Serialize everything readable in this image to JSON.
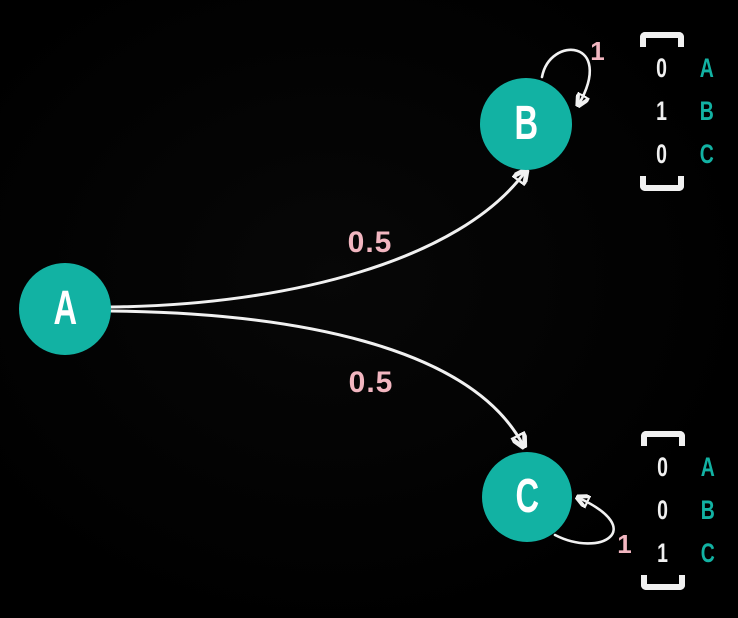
{
  "diagram": {
    "kind": "markov-chain-state-diagram",
    "colors": {
      "background": "#000000",
      "node_fill": "#12b2a3",
      "node_text": "#ffffff",
      "edge": "#f1f1f1",
      "probability_label": "#f2b6c0",
      "vector_value": "#f1f1f1",
      "vector_row_label": "#12b2a3",
      "bracket": "#f1f1f1"
    },
    "nodes": [
      {
        "id": "A",
        "label": "A"
      },
      {
        "id": "B",
        "label": "B"
      },
      {
        "id": "C",
        "label": "C"
      }
    ],
    "edges": [
      {
        "from": "A",
        "to": "B",
        "label": "0.5"
      },
      {
        "from": "A",
        "to": "C",
        "label": "0.5"
      },
      {
        "from": "B",
        "to": "B",
        "label": "1"
      },
      {
        "from": "C",
        "to": "C",
        "label": "1"
      }
    ],
    "vectors": [
      {
        "node": "B",
        "values": [
          "0",
          "1",
          "0"
        ],
        "row_labels": [
          "A",
          "B",
          "C"
        ]
      },
      {
        "node": "C",
        "values": [
          "0",
          "0",
          "1"
        ],
        "row_labels": [
          "A",
          "B",
          "C"
        ]
      }
    ]
  }
}
